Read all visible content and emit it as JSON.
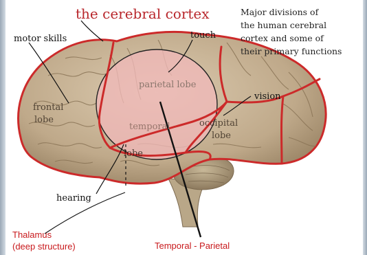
{
  "title": "the cerebral cortex",
  "caption": {
    "line1": "Major divisions of",
    "line2": "the human cerebral",
    "line3": "cortex and some of",
    "line4": "their primary functions"
  },
  "labels": {
    "motor_skills": "motor skills",
    "touch": "touch",
    "vision": "vision",
    "hearing": "hearing",
    "frontal_1": "frontal",
    "frontal_2": "lobe",
    "parietal": "parietal lobe",
    "temporal": "temporal",
    "temporal_lobe": "lobe",
    "occipital_1": "occipital",
    "occipital_2": "lobe",
    "thalamus_1": "Thalamus",
    "thalamus_2": "(deep structure)",
    "temporal_parietal": "Temporal - Parietal"
  },
  "colors": {
    "title": "#b8262b",
    "red_label": "#c8191c",
    "lobe_boundary": "#cc2a2a",
    "brain_tissue": "#c9b79a",
    "highlight": "#f0b8b8"
  }
}
